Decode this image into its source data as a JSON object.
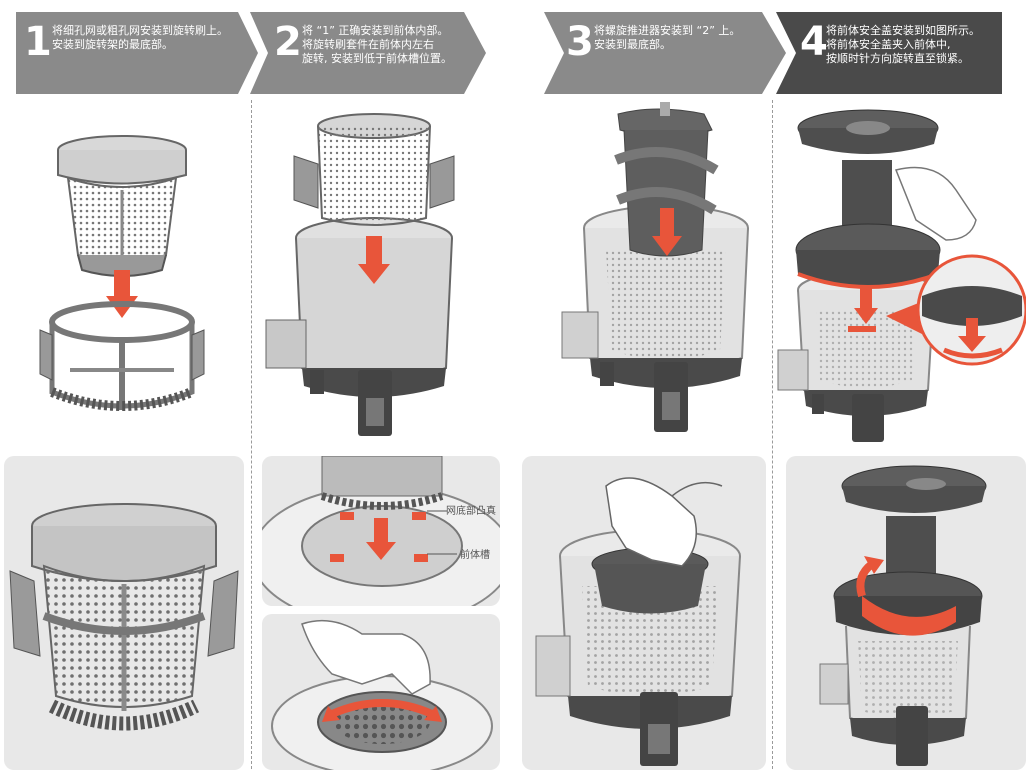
{
  "steps": [
    {
      "number": "1",
      "text": "将细孔网或粗孔网安装到旋转刷上。\n安装到旋转架的最底部。"
    },
    {
      "number": "2",
      "text": "将 “1” 正确安装到前体内部。\n将旋转刷套件在前体内左右\n旋转, 安装到低于前体槽位置。"
    },
    {
      "number": "3",
      "text": "将螺旋推进器安装到 “2” 上。\n安装到最底部。"
    },
    {
      "number": "4",
      "text": "将前体安全盖安装到如图所示。\n将前体安全盖夹入前体中,\n按顺时针方向旋转直至锁紧。"
    }
  ],
  "callouts": {
    "mesh_bottom_bump": "网底部凸真",
    "body_groove": "前体槽"
  },
  "colors": {
    "banner_light": "#8a8a8a",
    "banner_dark": "#4a4a4a",
    "accent": "#e8553a",
    "panel": "#e8e8e8"
  },
  "icons": [
    "mesh-basket-icon",
    "rotating-brush-holder-icon",
    "juicer-body-icon",
    "screw-auger-icon",
    "safety-lid-icon",
    "hand-icon",
    "rotate-arrow-icon",
    "down-arrow-icon"
  ]
}
